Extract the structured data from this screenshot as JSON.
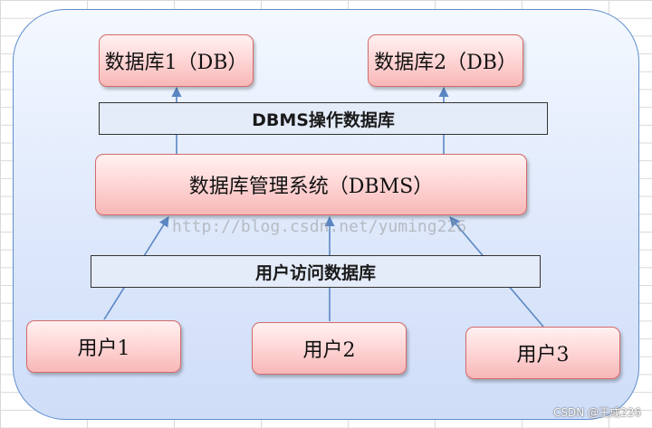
{
  "nodes": {
    "db1": "数据库1（DB）",
    "db2": "数据库2（DB）",
    "dbms": "数据库管理系统（DBMS）",
    "user1": "用户1",
    "user2": "用户2",
    "user3": "用户3"
  },
  "bars": {
    "dbms_ops": "DBMS操作数据库",
    "user_access": "用户访问数据库"
  },
  "watermark": "http://blog.csdn.net/yuming226",
  "credit": "CSDN @王成226",
  "colors": {
    "panel_border": "#5f8fce",
    "node_border": "#d36a6a",
    "arrow": "#5b86c4"
  }
}
